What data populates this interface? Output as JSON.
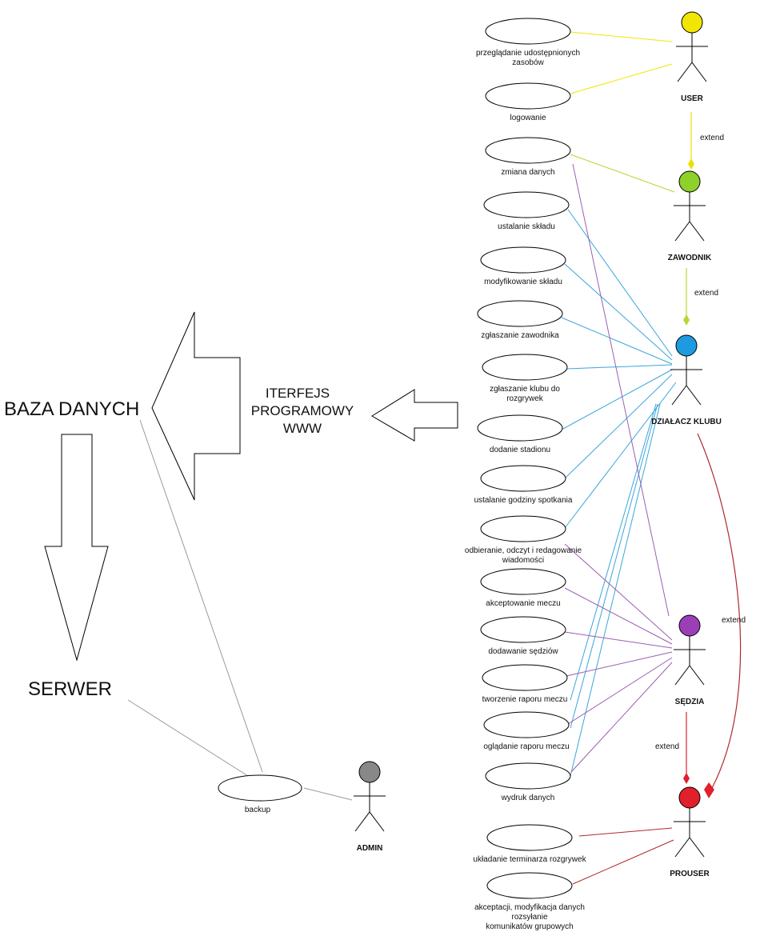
{
  "title_left_top": "BAZA DANYCH",
  "title_left_bottom": "SERWER",
  "interface_lines": [
    "ITERFEJS",
    "PROGRAMOWY",
    "WWW"
  ],
  "extend_label": "extend",
  "use_cases": [
    {
      "id": "uc1",
      "lines": [
        "przeglądanie udostępnionych",
        "zasobów"
      ]
    },
    {
      "id": "uc2",
      "lines": [
        "logowanie"
      ]
    },
    {
      "id": "uc3",
      "lines": [
        "zmiana danych"
      ]
    },
    {
      "id": "uc4",
      "lines": [
        "ustalanie składu"
      ]
    },
    {
      "id": "uc5",
      "lines": [
        "modyfikowanie składu"
      ]
    },
    {
      "id": "uc6",
      "lines": [
        "zgłaszanie zawodnika"
      ]
    },
    {
      "id": "uc7",
      "lines": [
        "zgłaszanie klubu do",
        "rozgrywek"
      ]
    },
    {
      "id": "uc8",
      "lines": [
        "dodanie stadionu"
      ]
    },
    {
      "id": "uc9",
      "lines": [
        "ustalanie godziny spotkania"
      ]
    },
    {
      "id": "uc10",
      "lines": [
        "odbieranie, odczyt i redagowanie",
        "wiadomości"
      ]
    },
    {
      "id": "uc11",
      "lines": [
        "akceptowanie meczu"
      ]
    },
    {
      "id": "uc12",
      "lines": [
        "dodawanie sędziów"
      ]
    },
    {
      "id": "uc13",
      "lines": [
        "tworzenie raporu meczu"
      ]
    },
    {
      "id": "uc14",
      "lines": [
        "oglądanie raporu meczu"
      ]
    },
    {
      "id": "uc15",
      "lines": [
        "wydruk danych"
      ]
    },
    {
      "id": "uc16",
      "lines": [
        "układanie terminarza rozgrywek"
      ]
    },
    {
      "id": "uc17",
      "lines": [
        "akceptacji, modyfikacja danych",
        "rozsyłanie",
        "komunikatów grupowych"
      ]
    },
    {
      "id": "uc18",
      "lines": [
        "backup"
      ]
    }
  ],
  "actors": [
    {
      "id": "user",
      "label": "USER",
      "color": "#f2e600"
    },
    {
      "id": "zawodnik",
      "label": "ZAWODNIK",
      "color": "#8ed12a"
    },
    {
      "id": "dzialacz",
      "label": "DZIAŁACZ KLUBU",
      "color": "#1e9be0"
    },
    {
      "id": "sedzia",
      "label": "SĘDZIA",
      "color": "#9a3fb8"
    },
    {
      "id": "prouser",
      "label": "PROUSER",
      "color": "#e0202a"
    },
    {
      "id": "admin",
      "label": "ADMIN",
      "color": "#888888"
    }
  ],
  "colors": {
    "user_line": "#f2e600",
    "zawodnik_line": "#b8d63a",
    "dzialacz_line": "#3aa6dc",
    "sedzia_line": "#9b5fb0",
    "prouser_line": "#b02a2a",
    "admin_line": "#9a9a9a",
    "outline": "#000000"
  }
}
